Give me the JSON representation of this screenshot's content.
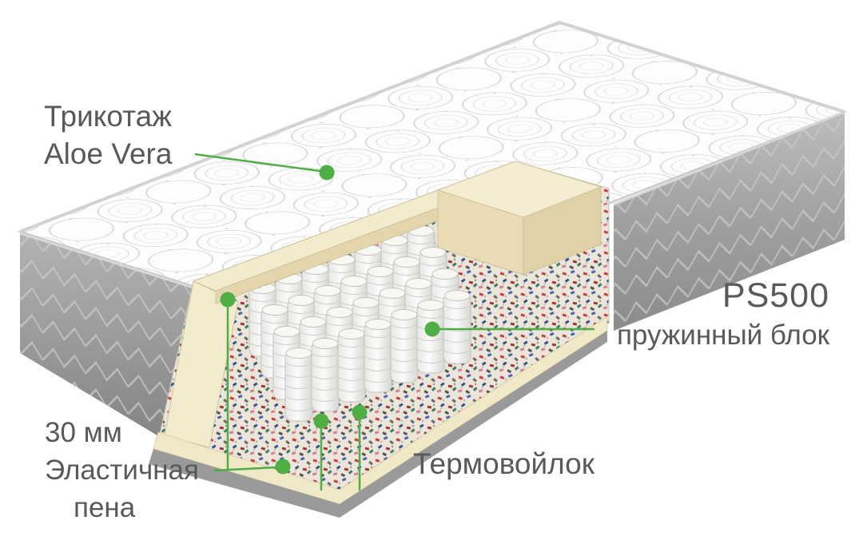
{
  "page": {
    "background": "#ffffff"
  },
  "colors": {
    "accent_green": "#4fae44",
    "label_text": "#58595b",
    "foam_cream": "#f3ebcd",
    "fabric_gray": "#a2a2a2"
  },
  "illustration": {
    "name": "mattress-cutaway-diagram",
    "parts": [
      "quilted-cover",
      "side-fabric",
      "elastic-foam-layer",
      "thermofelt-layer",
      "pocket-spring-block",
      "base-foam-edge"
    ]
  },
  "labels": {
    "cover": {
      "line1": "Трикотаж",
      "line2": "Aloe Vera"
    },
    "springs": {
      "title": "PS500",
      "subtitle": "пружинный блок"
    },
    "foam": {
      "line1": "30 мм",
      "line2": "Эластичная",
      "line3": "пена"
    },
    "felt": {
      "text": "Термовойлок"
    }
  }
}
